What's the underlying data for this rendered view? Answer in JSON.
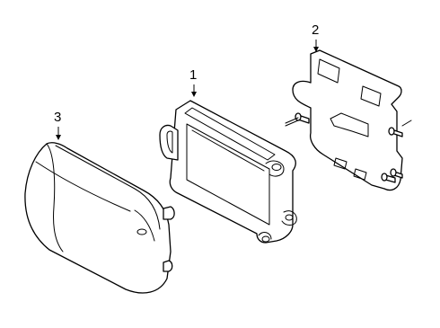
{
  "callouts": [
    {
      "id": "1",
      "part": "control-module"
    },
    {
      "id": "2",
      "part": "mounting-bracket"
    },
    {
      "id": "3",
      "part": "sensor-cover"
    }
  ]
}
